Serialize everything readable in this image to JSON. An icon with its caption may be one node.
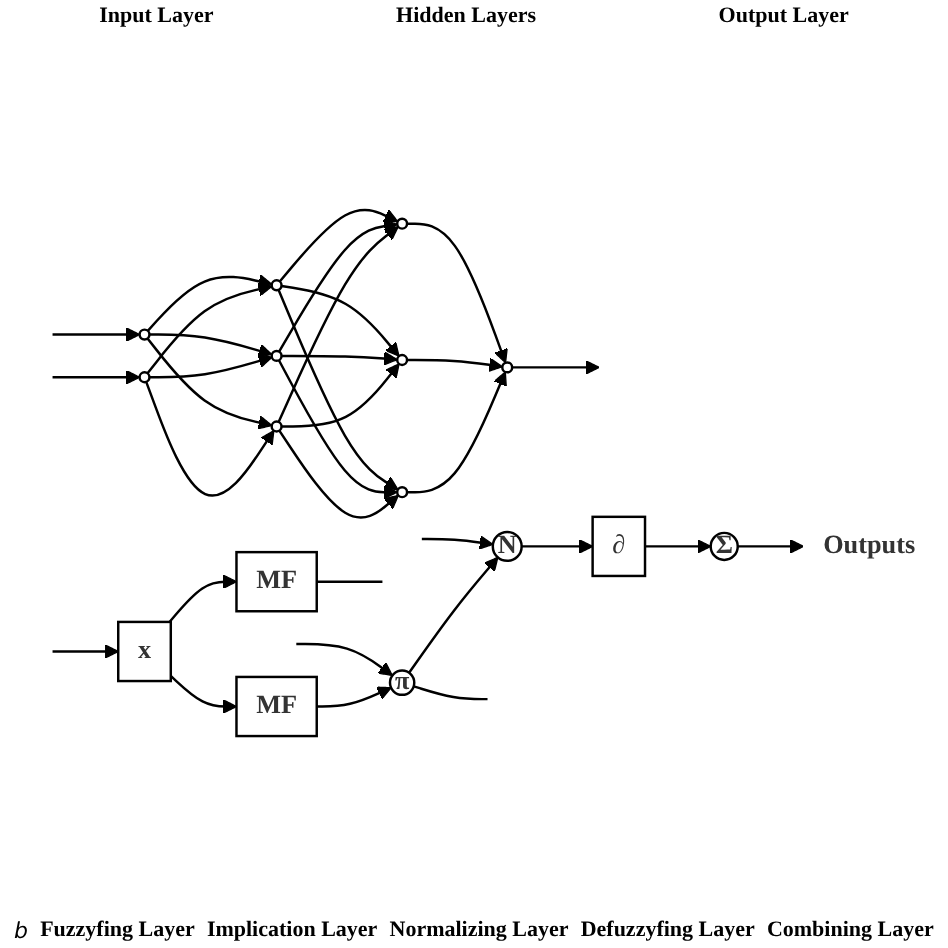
{
  "diagram": {
    "nodes": [
      {
        "text": [],
        "shape": "circle"
      },
      {
        "text": [],
        "shape": "circle"
      },
      {
        "text": [],
        "shape": "circle"
      },
      {
        "text": [],
        "shape": "circle"
      },
      {
        "text": [],
        "shape": "circle"
      },
      {
        "text": [],
        "shape": "circle"
      },
      {
        "text": [],
        "shape": "circle"
      },
      {
        "text": [],
        "shape": "circle"
      },
      {
        "text": [],
        "shape": "circle"
      },
      {
        "text": [
          "x"
        ]
      },
      {
        "text": [
          "MF"
        ]
      },
      {
        "text": [
          "MF"
        ]
      },
      {
        "text": [
          "π"
        ]
      },
      {
        "text": [
          "N"
        ]
      },
      {
        "text": [
          "∂"
        ]
      },
      {
        "text": [
          "Σ"
        ]
      },
      {
        "text": [
          "Outputs"
        ]
      }
    ],
    "edges": [
      {
        "from": null,
        "to": 0,
        "arrow": "to"
      },
      {
        "from": null,
        "to": 1,
        "arrow": "to"
      },
      {
        "from": 0,
        "to": 2,
        "arrow": "to"
      },
      {
        "from": 0,
        "to": 3,
        "arrow": "to"
      },
      {
        "from": 0,
        "to": 4,
        "arrow": "to"
      },
      {
        "from": 1,
        "to": 2,
        "arrow": "to"
      },
      {
        "from": 1,
        "to": 3,
        "arrow": "to"
      },
      {
        "from": 1,
        "to": 4,
        "arrow": "to"
      },
      {
        "from": 2,
        "to": 5,
        "arrow": "to"
      },
      {
        "from": 2,
        "to": 6,
        "arrow": "to"
      },
      {
        "from": 2,
        "to": 7,
        "arrow": "to"
      },
      {
        "from": 3,
        "to": 5,
        "arrow": "to"
      },
      {
        "from": 3,
        "to": 6,
        "arrow": "to"
      },
      {
        "from": 3,
        "to": 7,
        "arrow": "to"
      },
      {
        "from": 4,
        "to": 5,
        "arrow": "to"
      },
      {
        "from": 4,
        "to": 6,
        "arrow": "to"
      },
      {
        "from": 4,
        "to": 7,
        "arrow": "to"
      },
      {
        "from": 5,
        "to": 8,
        "arrow": "to"
      },
      {
        "from": 6,
        "to": 8,
        "arrow": "to"
      },
      {
        "from": 7,
        "to": 8,
        "arrow": "to"
      },
      {
        "from": 8,
        "to": null,
        "arrow": "to"
      },
      {
        "from": null,
        "to": 9,
        "arrow": "to"
      },
      {
        "from": 9,
        "to": 10,
        "arrow": "to"
      },
      {
        "from": 9,
        "to": 11,
        "arrow": "to"
      },
      {
        "from": 10,
        "to": 12,
        "arrow": "to"
      },
      {
        "from": 11,
        "to": null,
        "arrow": "none"
      },
      {
        "from": null,
        "to": 12,
        "arrow": "to"
      },
      {
        "from": 12,
        "to": 13,
        "arrow": "to"
      },
      {
        "from": 12,
        "to": null,
        "arrow": "none"
      },
      {
        "from": null,
        "to": 13,
        "arrow": "to"
      },
      {
        "from": 13,
        "to": 14,
        "arrow": "to"
      },
      {
        "from": 14,
        "to": 15,
        "arrow": "to"
      },
      {
        "from": 15,
        "to": 16,
        "arrow": "to"
      }
    ],
    "labels": [
      "Input Layer",
      "Hidden Layers",
      "Output Layer",
      "b",
      "Fuzzyfing Layer",
      "Implication Layer",
      "Normalizing Layer",
      "Defuzzyfing Layer",
      "Combining Layer"
    ]
  }
}
